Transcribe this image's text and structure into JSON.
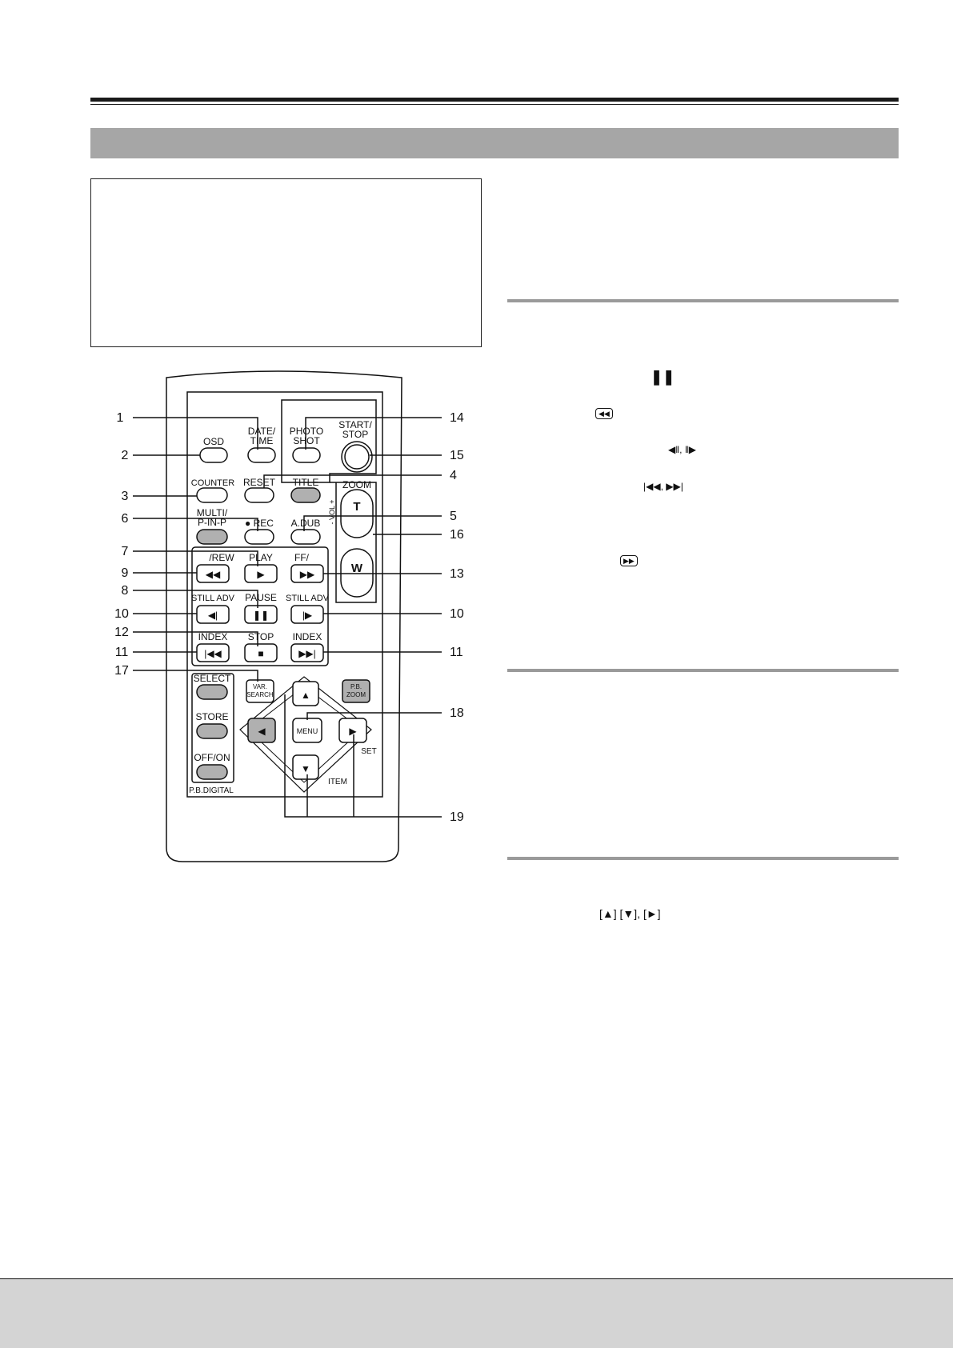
{
  "remote": {
    "labels": {
      "date_time": [
        "DATE/",
        "TIME"
      ],
      "photo_shot": [
        "PHOTO",
        "SHOT"
      ],
      "start_stop": [
        "START/",
        "STOP"
      ],
      "osd": "OSD",
      "counter": "COUNTER",
      "reset": "RESET",
      "title": "TITLE",
      "zoom": "ZOOM",
      "zoom_t": "T",
      "zoom_w": "W",
      "vol": "- VOL +",
      "multi_pinp": [
        "MULTI/",
        "P-IN-P"
      ],
      "rec": "● REC",
      "a_dub": "A.DUB",
      "rew": "/REW",
      "play": "PLAY",
      "ff": "FF/",
      "still_adv_left": "STILL ADV",
      "pause": "PAUSE",
      "still_adv_right": "STILL ADV",
      "index_left": "INDEX",
      "stop": "STOP",
      "index_right": "INDEX",
      "select": "SELECT",
      "store": "STORE",
      "off_on": "OFF/ON",
      "pb_digital": "P.B.DIGITAL",
      "var_search": [
        "VAR.",
        "SEARCH"
      ],
      "pb_zoom": [
        "P.B.",
        "ZOOM"
      ],
      "menu": "MENU",
      "set": "SET",
      "item": "ITEM"
    },
    "callouts": {
      "n1": "1",
      "n2": "2",
      "n3": "3",
      "n4": "4",
      "n5": "5",
      "n6": "6",
      "n7": "7",
      "n8": "8",
      "n9": "9",
      "n10a": "10",
      "n10b": "10",
      "n11a": "11",
      "n11b": "11",
      "n12": "12",
      "n13": "13",
      "n14": "14",
      "n15": "15",
      "n16": "16",
      "n17": "17",
      "n18": "18",
      "n19": "19"
    }
  },
  "inline_icons": {
    "pause": "❚❚",
    "rewind": "◀◀",
    "still_adv": "◀‖, ‖▶",
    "index": "|◀◀, ▶▶|",
    "ff": "▶▶",
    "cursor_keys": "[▲] [▼], [►]"
  }
}
